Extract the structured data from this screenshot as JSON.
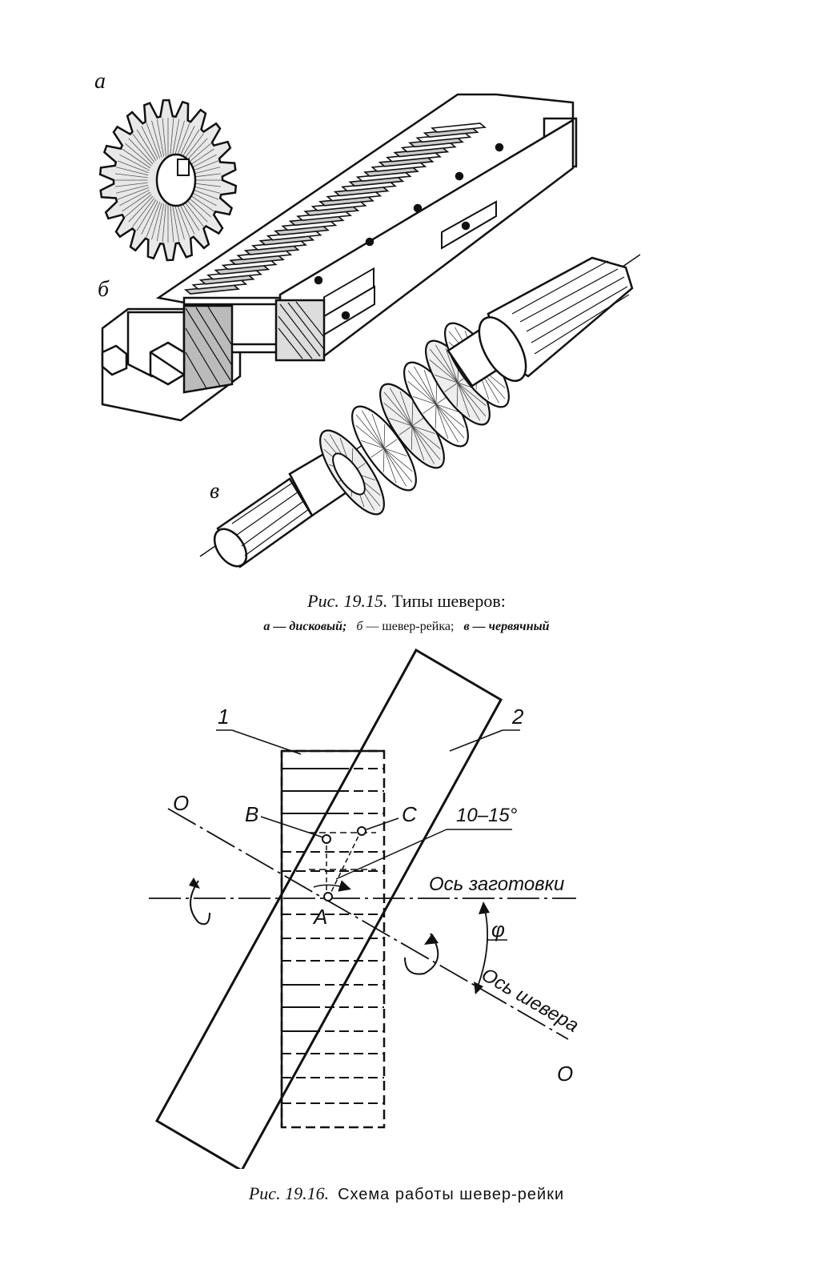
{
  "figure1": {
    "label_a": "а",
    "label_b": "б",
    "label_v": "в",
    "caption_number": "Рис. 19.15.",
    "caption_title": "Типы шеверов:",
    "caption_a_letter": "а",
    "caption_a_text": "— дисковый;",
    "caption_b_letter": "б",
    "caption_b_text": "— шевер-рейка;",
    "caption_v_letter": "в",
    "caption_v_text": "— червячный"
  },
  "figure2": {
    "label_1": "1",
    "label_2": "2",
    "label_A": "A",
    "label_B": "B",
    "label_C": "C",
    "label_O_top": "O",
    "label_O_bottom": "O",
    "angle_label": "10–15°",
    "phi_label": "φ",
    "workpiece_axis": "Ось заготовки",
    "shaver_axis": "Ось шевера",
    "caption_number": "Рис. 19.16.",
    "caption_title": "Схема работы шевер-рейки"
  }
}
